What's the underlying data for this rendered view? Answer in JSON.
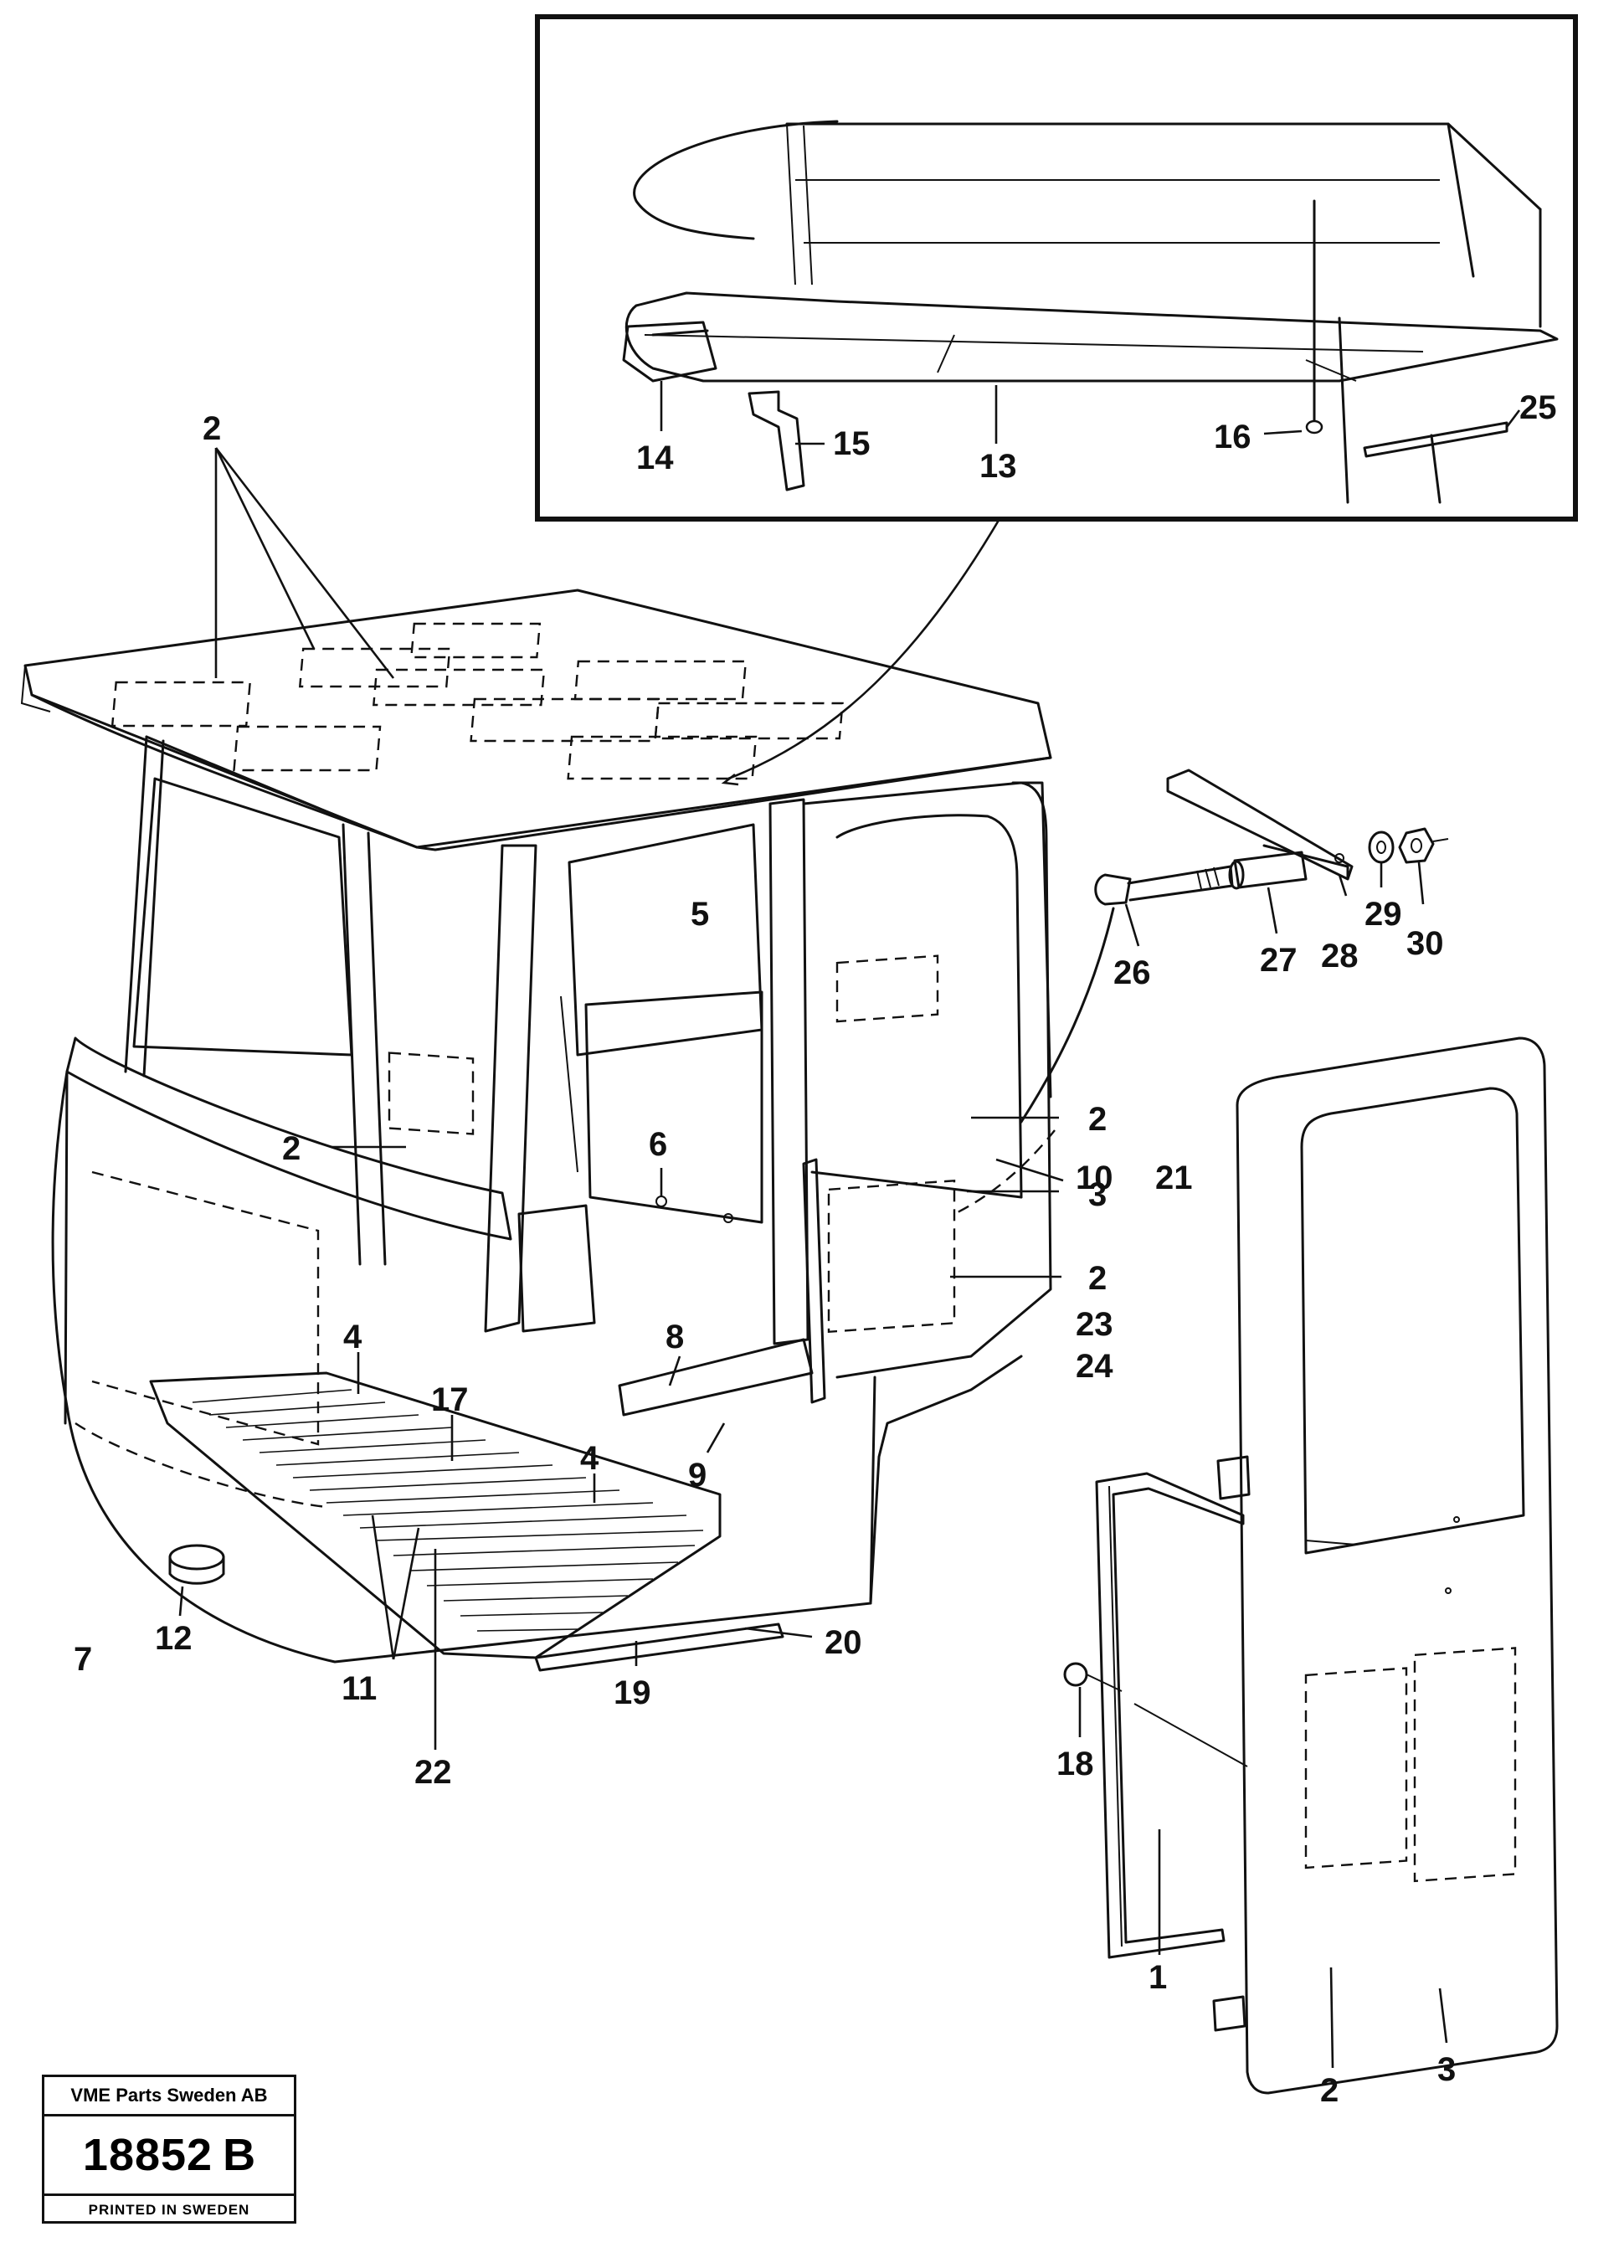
{
  "labels": {
    "inset": [
      {
        "id": "l14",
        "text": "14"
      },
      {
        "id": "l15",
        "text": "15"
      },
      {
        "id": "l13",
        "text": "13"
      },
      {
        "id": "l16",
        "text": "16"
      },
      {
        "id": "l25",
        "text": "25"
      }
    ],
    "cab": [
      {
        "id": "l2-roof",
        "text": "2"
      },
      {
        "id": "l5",
        "text": "5"
      },
      {
        "id": "l2-left",
        "text": "2"
      },
      {
        "id": "l6",
        "text": "6"
      },
      {
        "id": "l2-rear",
        "text": "2"
      },
      {
        "id": "l10",
        "text": "10"
      },
      {
        "id": "l21",
        "text": "21"
      },
      {
        "id": "l3-rear",
        "text": "3"
      },
      {
        "id": "l2-side",
        "text": "2"
      },
      {
        "id": "l23",
        "text": "23"
      },
      {
        "id": "l24",
        "text": "24"
      },
      {
        "id": "l4-left",
        "text": "4"
      },
      {
        "id": "l17",
        "text": "17"
      },
      {
        "id": "l8",
        "text": "8"
      },
      {
        "id": "l4-right",
        "text": "4"
      },
      {
        "id": "l9",
        "text": "9"
      },
      {
        "id": "l7",
        "text": "7"
      },
      {
        "id": "l12",
        "text": "12"
      },
      {
        "id": "l11",
        "text": "11"
      },
      {
        "id": "l22",
        "text": "22"
      },
      {
        "id": "l19",
        "text": "19"
      },
      {
        "id": "l20",
        "text": "20"
      }
    ],
    "hinge": [
      {
        "id": "l26",
        "text": "26"
      },
      {
        "id": "l27",
        "text": "27"
      },
      {
        "id": "l28",
        "text": "28"
      },
      {
        "id": "l29",
        "text": "29"
      },
      {
        "id": "l30",
        "text": "30"
      }
    ],
    "door": [
      {
        "id": "l18",
        "text": "18"
      },
      {
        "id": "l1",
        "text": "1"
      },
      {
        "id": "l2-door",
        "text": "2"
      },
      {
        "id": "l3-door",
        "text": "3"
      }
    ]
  },
  "stamp": {
    "company": "VME Parts Sweden AB",
    "number": "18852",
    "revision": "B",
    "printed": "PRINTED IN SWEDEN"
  }
}
